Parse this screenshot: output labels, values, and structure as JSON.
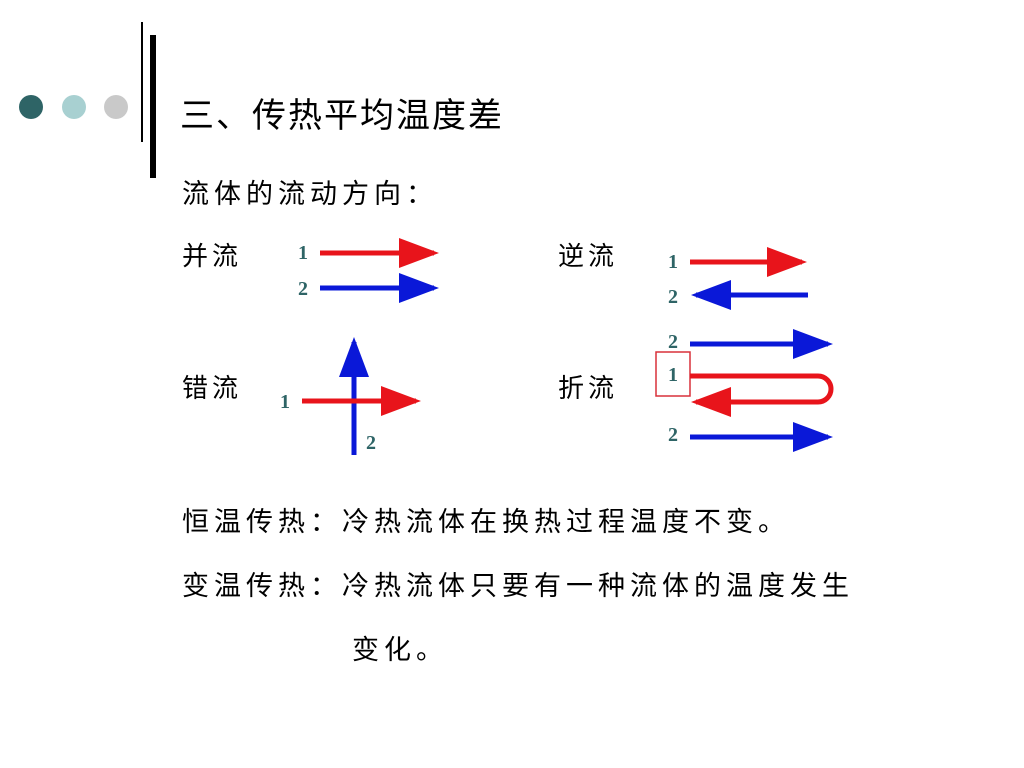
{
  "colors": {
    "dot_dark": "#2e6466",
    "dot_mid": "#a8d0d1",
    "dot_light": "#c9c9c9",
    "fluid_1": "#e8141b",
    "fluid_2": "#0a18d8",
    "number_text": "#2e6466",
    "highlight_box": "#d9303a"
  },
  "title": "三、传热平均温度差",
  "subtitle": "流体的流动方向：",
  "flows": {
    "cocurrent": {
      "label": "并流",
      "n1": "1",
      "n2": "2"
    },
    "countercurrent": {
      "label": "逆流",
      "n1": "1",
      "n2": "2"
    },
    "crossflow": {
      "label": "错流",
      "n1": "1",
      "n2": "2"
    },
    "foldedflow": {
      "label": "折流",
      "n_top": "2",
      "n1": "1",
      "n_bottom": "2"
    }
  },
  "definitions": {
    "constant": "恒温传热：冷热流体在换热过程温度不变。",
    "variable_line1": "变温传热：冷热流体只要有一种流体的温度发生",
    "variable_line2": "变化。"
  }
}
